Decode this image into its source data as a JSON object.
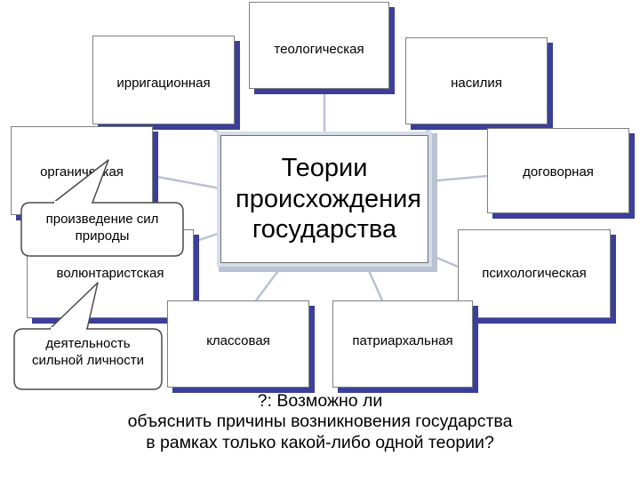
{
  "diagram": {
    "center_title": "Теории происхождения государства",
    "nodes": {
      "theological": "теологическая",
      "irrigation": "ирригационная",
      "violence": "насилия",
      "organic": "органическая",
      "contractual": "договорная",
      "voluntarist": "волюнтаристская",
      "psychological": "психологическая",
      "class": "классовая",
      "patriarchal": "патриархальная"
    },
    "callouts": {
      "organic_note": "произведение сил природы",
      "voluntarist_note": "деятельность сильной личности"
    },
    "question_lines": [
      "?: Возможно ли",
      "объяснить причины возникновения государства",
      "в рамках только какой-либо одной теории?"
    ],
    "colors": {
      "box_shadow": "#3b3f9a",
      "connector": "#b9c2d2",
      "box_border": "#7f7f7f"
    }
  }
}
